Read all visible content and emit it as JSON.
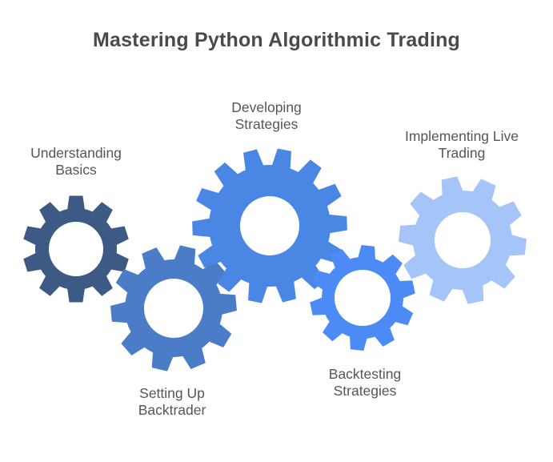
{
  "title": "Mastering Python Algorithmic Trading",
  "colors": {
    "background": "#ffffff",
    "title_text": "#4a4a4a",
    "label_text": "#555658"
  },
  "steps": [
    {
      "label": "Understanding Basics",
      "gear_color": "#3C5A84"
    },
    {
      "label": "Setting Up Backtrader",
      "gear_color": "#4A7CC8"
    },
    {
      "label": "Developing Strategies",
      "gear_color": "#4A86E4"
    },
    {
      "label": "Backtesting Strategies",
      "gear_color": "#4C8BF5"
    },
    {
      "label": "Implementing Live Trading",
      "gear_color": "#A5C4F7"
    }
  ]
}
